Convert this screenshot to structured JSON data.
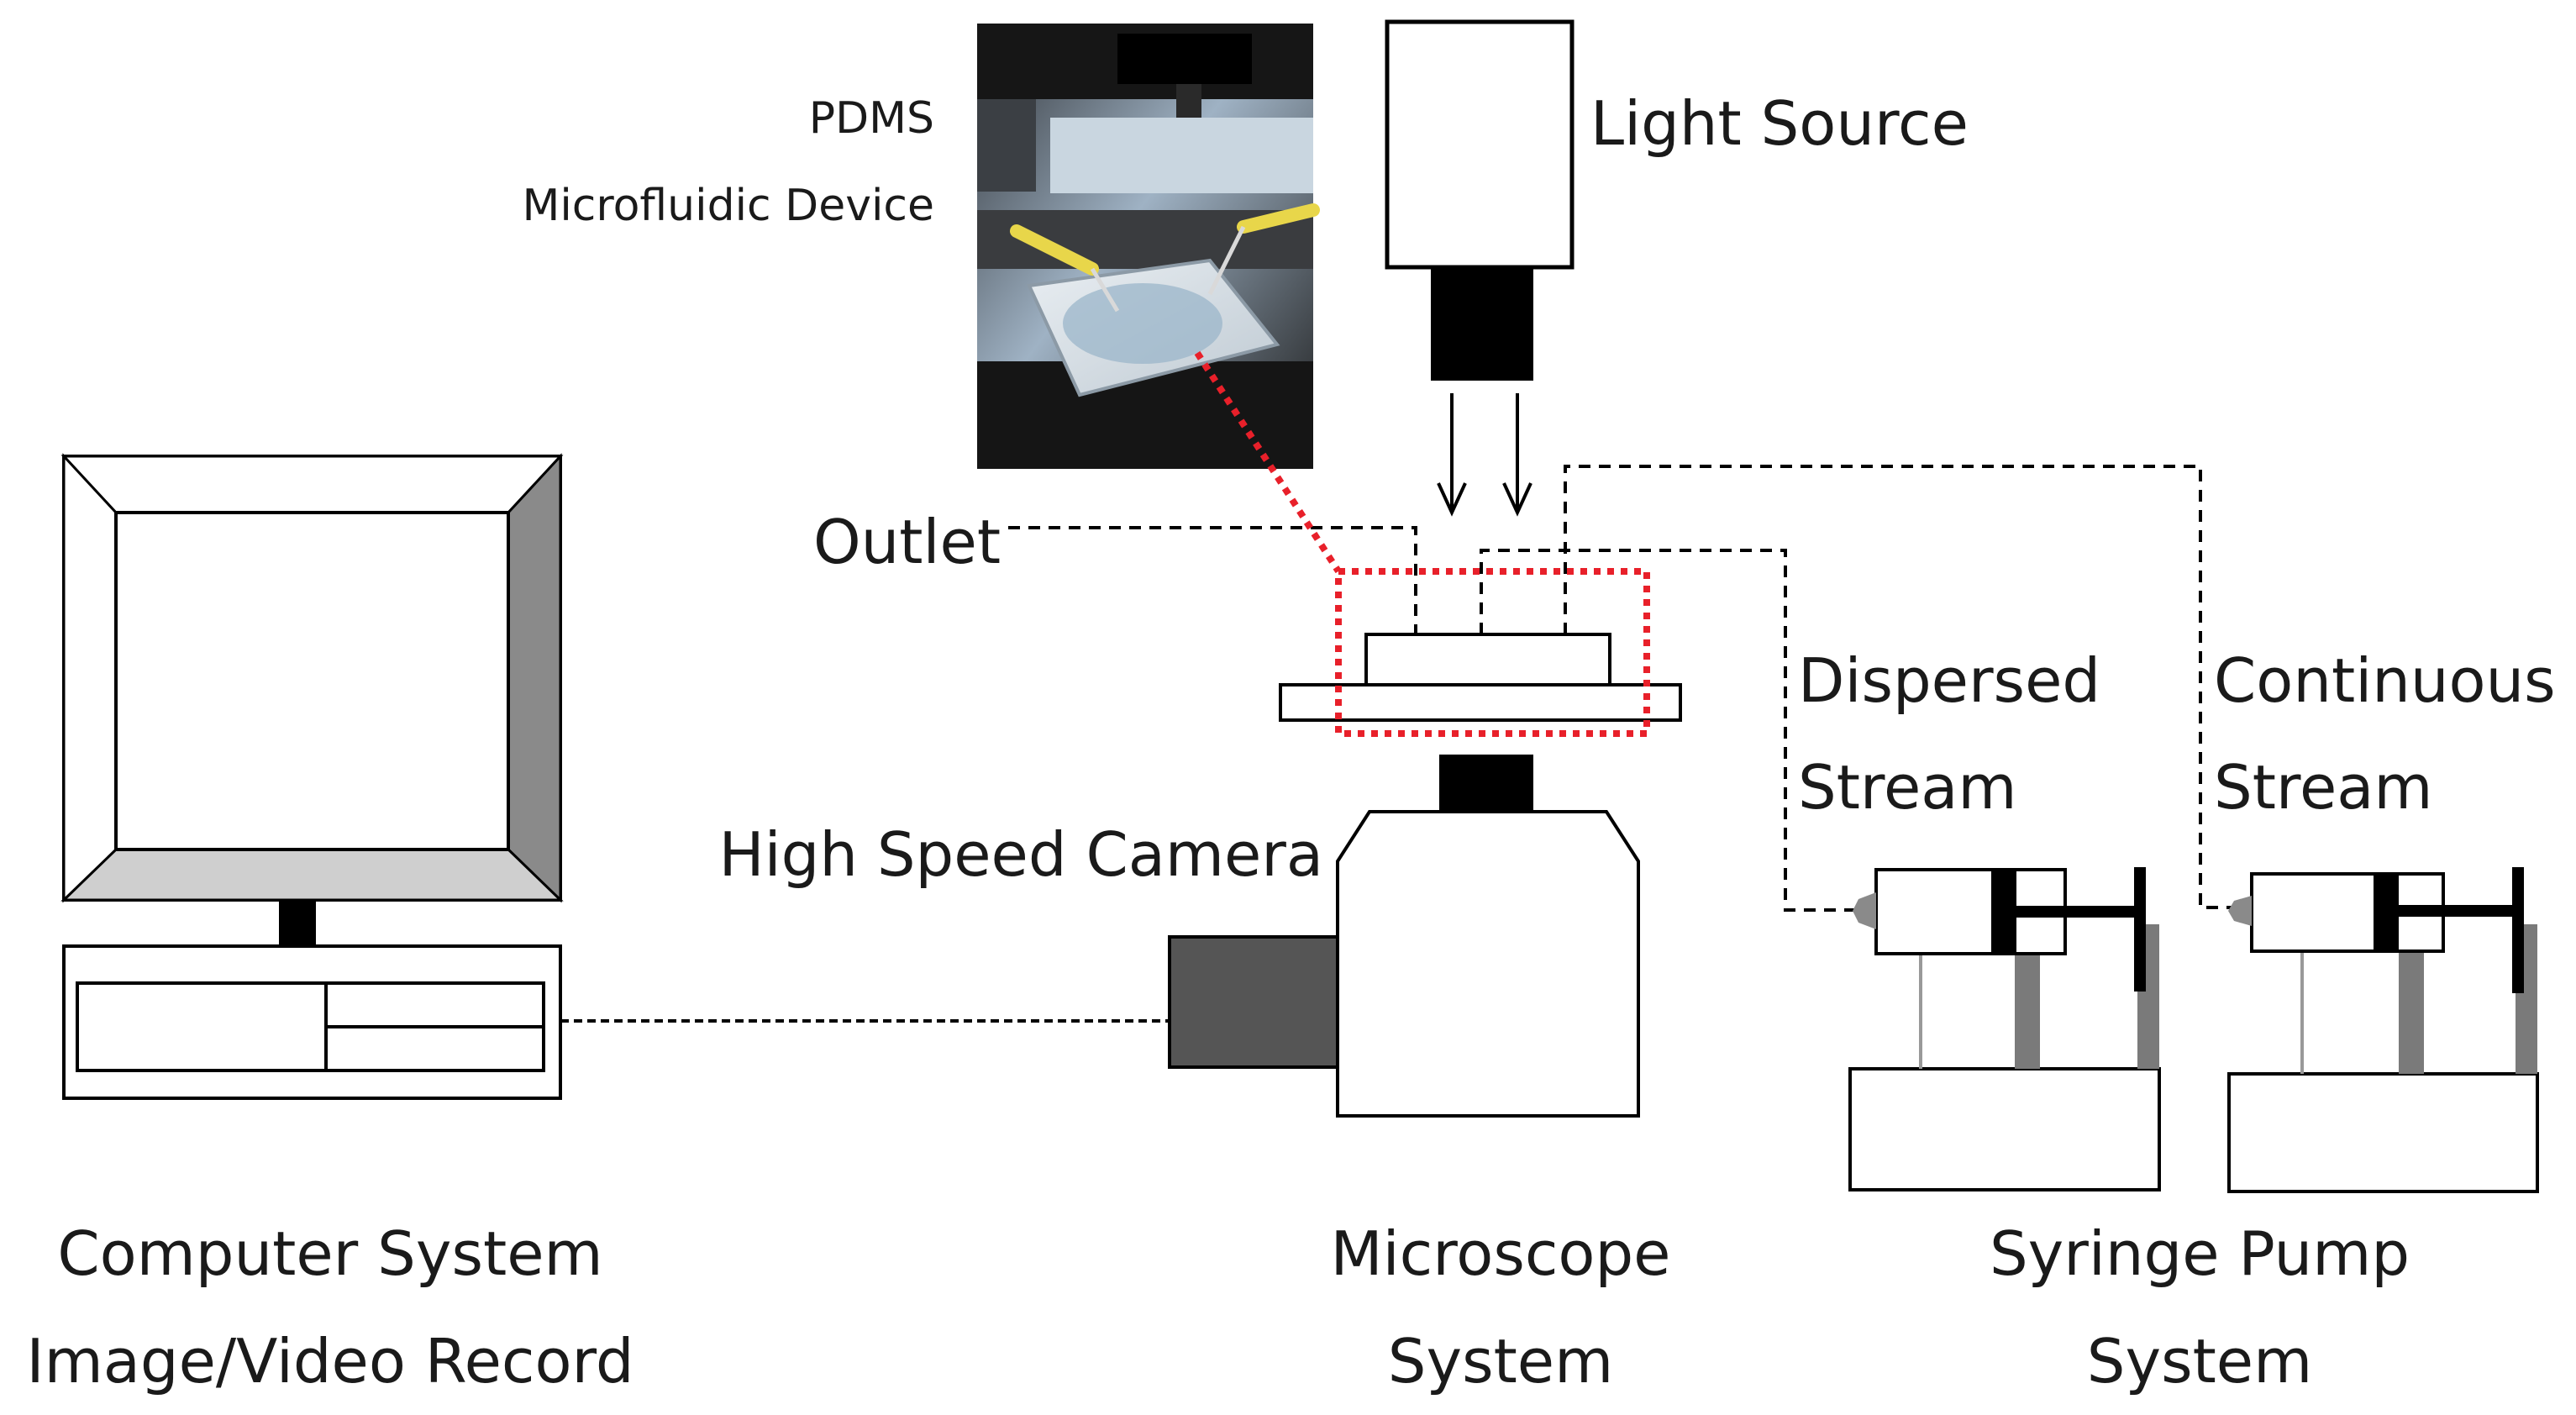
{
  "labels": {
    "pdms_line1": "PDMS",
    "pdms_line2": "Microfluidic Device",
    "light_source": "Light Source",
    "outlet": "Outlet",
    "high_speed_camera": "High Speed Camera",
    "dispersed_line1": "Dispersed",
    "dispersed_line2": "Stream",
    "continuous_line1": "Continuous",
    "continuous_line2": "Stream",
    "computer_line1": "Computer System",
    "computer_line2": "Image/Video Record",
    "microscope_line1": "Microscope",
    "microscope_line2": "System",
    "pump_line1": "Syringe Pump",
    "pump_line2": "System"
  },
  "colors": {
    "highlight_box": "#e8202a",
    "stroke": "#000000",
    "camera_body_gray": "#555555",
    "pump_rod_gray": "#7a7a7a",
    "monitor_bevel_dark": "#8a8a8a",
    "monitor_bevel_light": "#cfcfcf"
  }
}
